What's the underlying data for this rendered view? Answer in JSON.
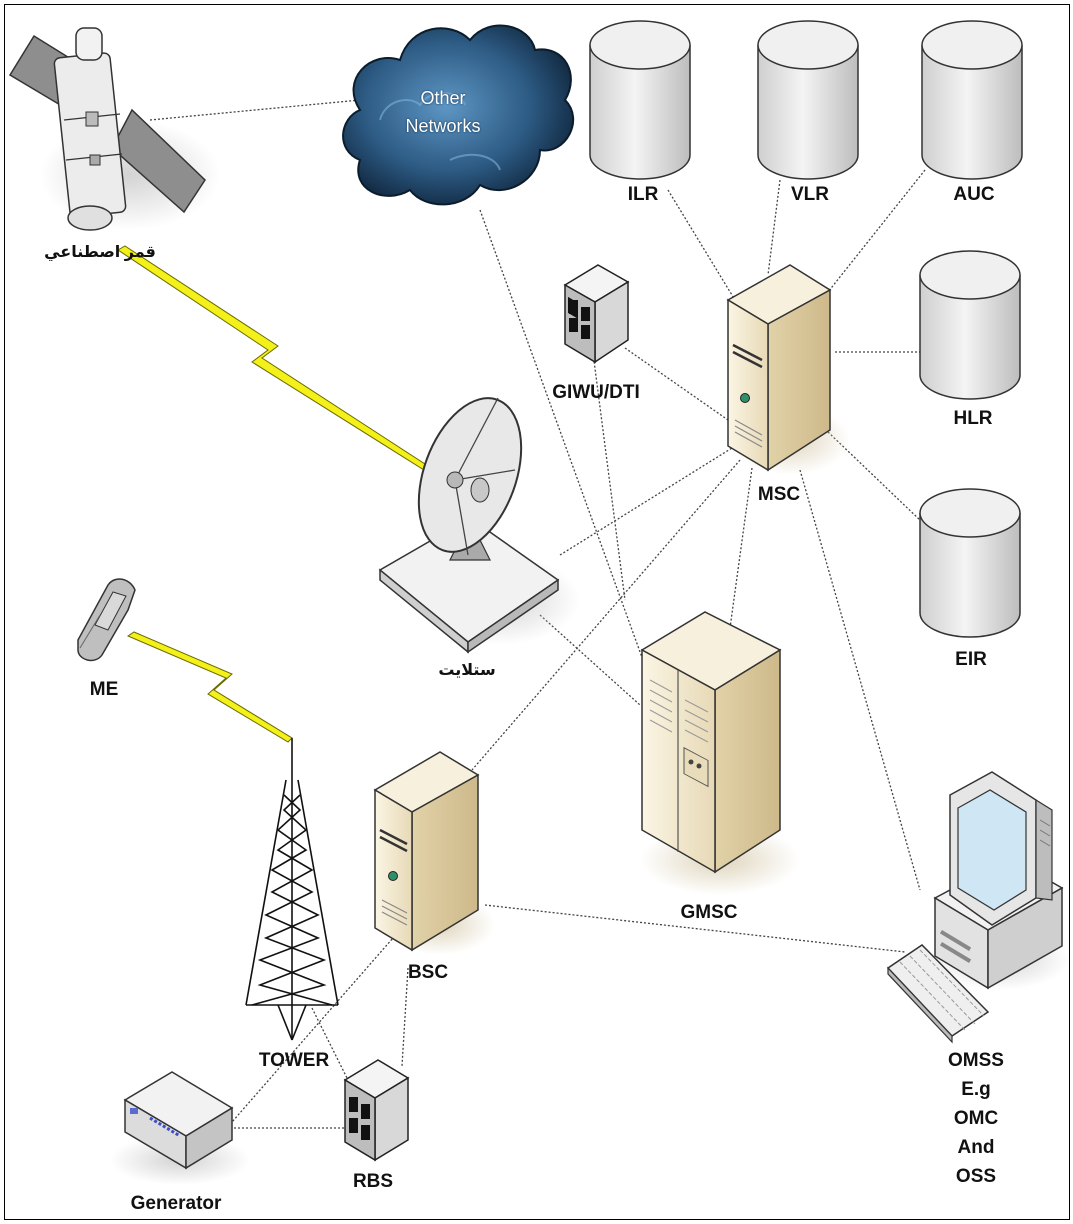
{
  "labels": {
    "satellite": "قمر اصطناعي",
    "cloud_line1": "Other",
    "cloud_line2": "Networks",
    "ilr": "ILR",
    "vlr": "VLR",
    "auc": "AUC",
    "hlr": "HLR",
    "eir": "EIR",
    "msc": "MSC",
    "giwu": "GIWU/DTI",
    "dish": "ستلايت",
    "me": "ME",
    "gmsc": "GMSC",
    "bsc": "BSC",
    "tower": "TOWER",
    "rbs": "RBS",
    "generator": "Generator",
    "omss": [
      "OMSS",
      "E.g",
      "OMC",
      "And",
      "OSS"
    ]
  },
  "colors": {
    "lightning": "#f3f01a",
    "server": "#f0e6cc",
    "cloud": "#2f5f8a",
    "db": "#e4e4e4"
  },
  "icons": [
    "satellite-icon",
    "cloud-icon",
    "database-icon",
    "server-icon",
    "dish-icon",
    "phone-icon",
    "tower-icon",
    "generator-icon",
    "computer-icon"
  ]
}
